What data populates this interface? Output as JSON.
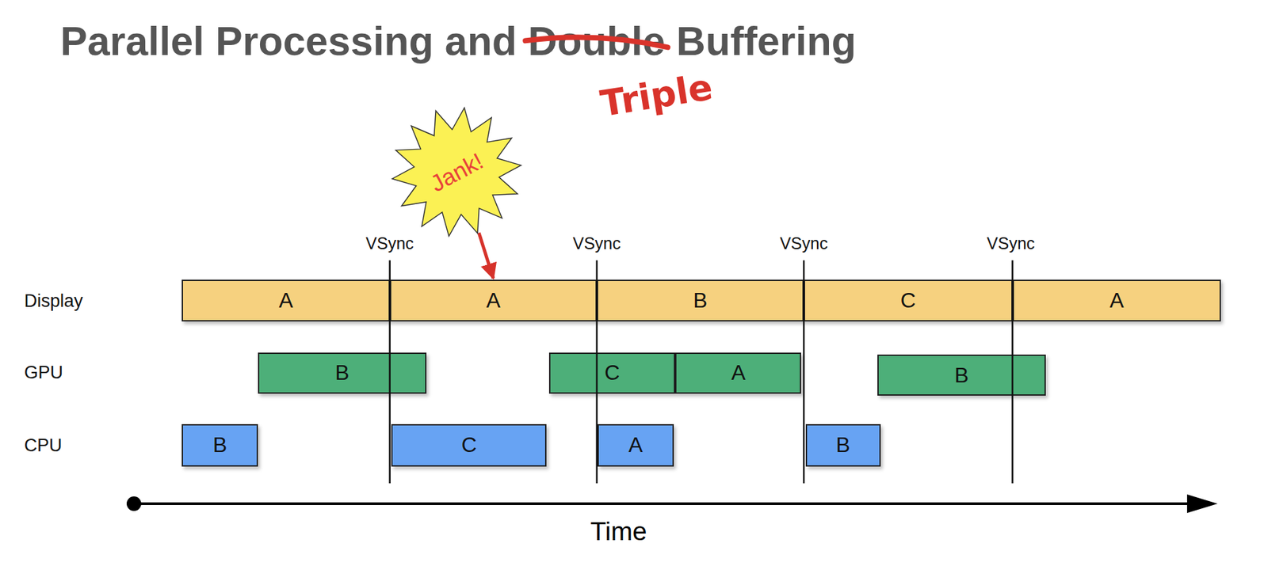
{
  "diagram": {
    "title": "Parallel Processing and Double Buffering",
    "nodes": [
      {
        "text": [
          "Jank!"
        ]
      },
      {
        "text": [
          "A"
        ]
      },
      {
        "text": [
          "A"
        ]
      },
      {
        "text": [
          "B"
        ]
      },
      {
        "text": [
          "C"
        ]
      },
      {
        "text": [
          "A"
        ]
      },
      {
        "text": [
          "B"
        ]
      },
      {
        "text": [
          "C"
        ]
      },
      {
        "text": [
          "A"
        ]
      },
      {
        "text": [
          "B"
        ]
      },
      {
        "text": [
          "B"
        ]
      },
      {
        "text": [
          "C"
        ]
      },
      {
        "text": [
          "A"
        ]
      },
      {
        "text": [
          "B"
        ]
      }
    ],
    "edges": [
      {
        "from": 0,
        "to": 2,
        "arrow": "to"
      }
    ],
    "labels": [
      "Triple",
      "VSync",
      "VSync",
      "VSync",
      "VSync",
      "Display",
      "GPU",
      "CPU",
      "Time"
    ]
  }
}
